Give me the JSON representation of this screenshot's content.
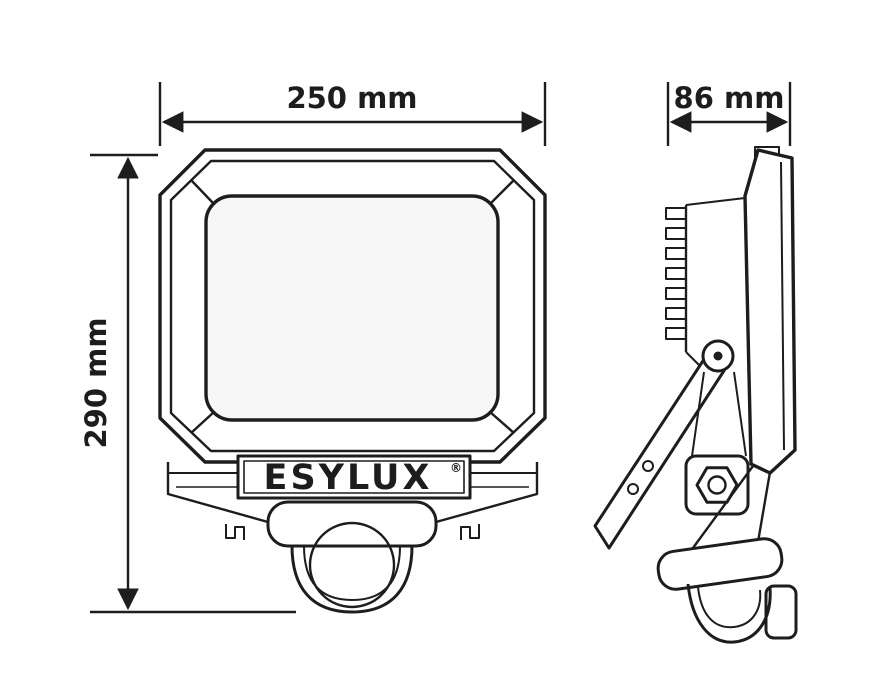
{
  "drawing": {
    "kind": "technical-dimension-drawing",
    "product": "floodlight-with-motion-sensor",
    "dims": {
      "front_width": "250 mm",
      "front_height": "290 mm",
      "side_depth": "86 mm"
    },
    "brand": {
      "name": "ESYLUX",
      "mark": "®"
    },
    "colors": {
      "line": "#1d1d1b",
      "background": "#ffffff",
      "screen_fill": "#f7f7f7"
    }
  }
}
